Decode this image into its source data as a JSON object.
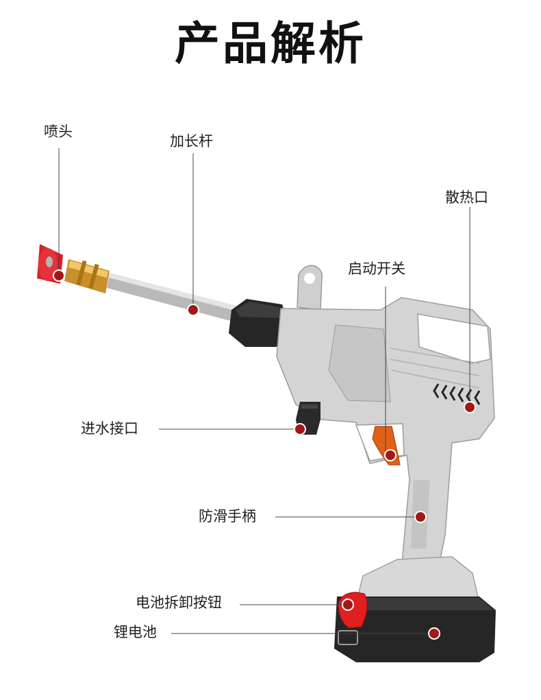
{
  "title": "产品解析",
  "labels": {
    "nozzle": "喷头",
    "extension_rod": "加长杆",
    "vent": "散热口",
    "start_switch": "启动开关",
    "water_inlet": "进水接口",
    "anti_slip_handle": "防滑手柄",
    "battery_release_button": "电池拆卸按钮",
    "lithium_battery": "锂电池"
  },
  "colors": {
    "marker": "#a11818",
    "body_gray": "#d4d4d4",
    "trigger_orange": "#e0601a",
    "battery_red": "#e02020",
    "nozzle_red": "#d8202a",
    "brass": "#d9a43a"
  }
}
